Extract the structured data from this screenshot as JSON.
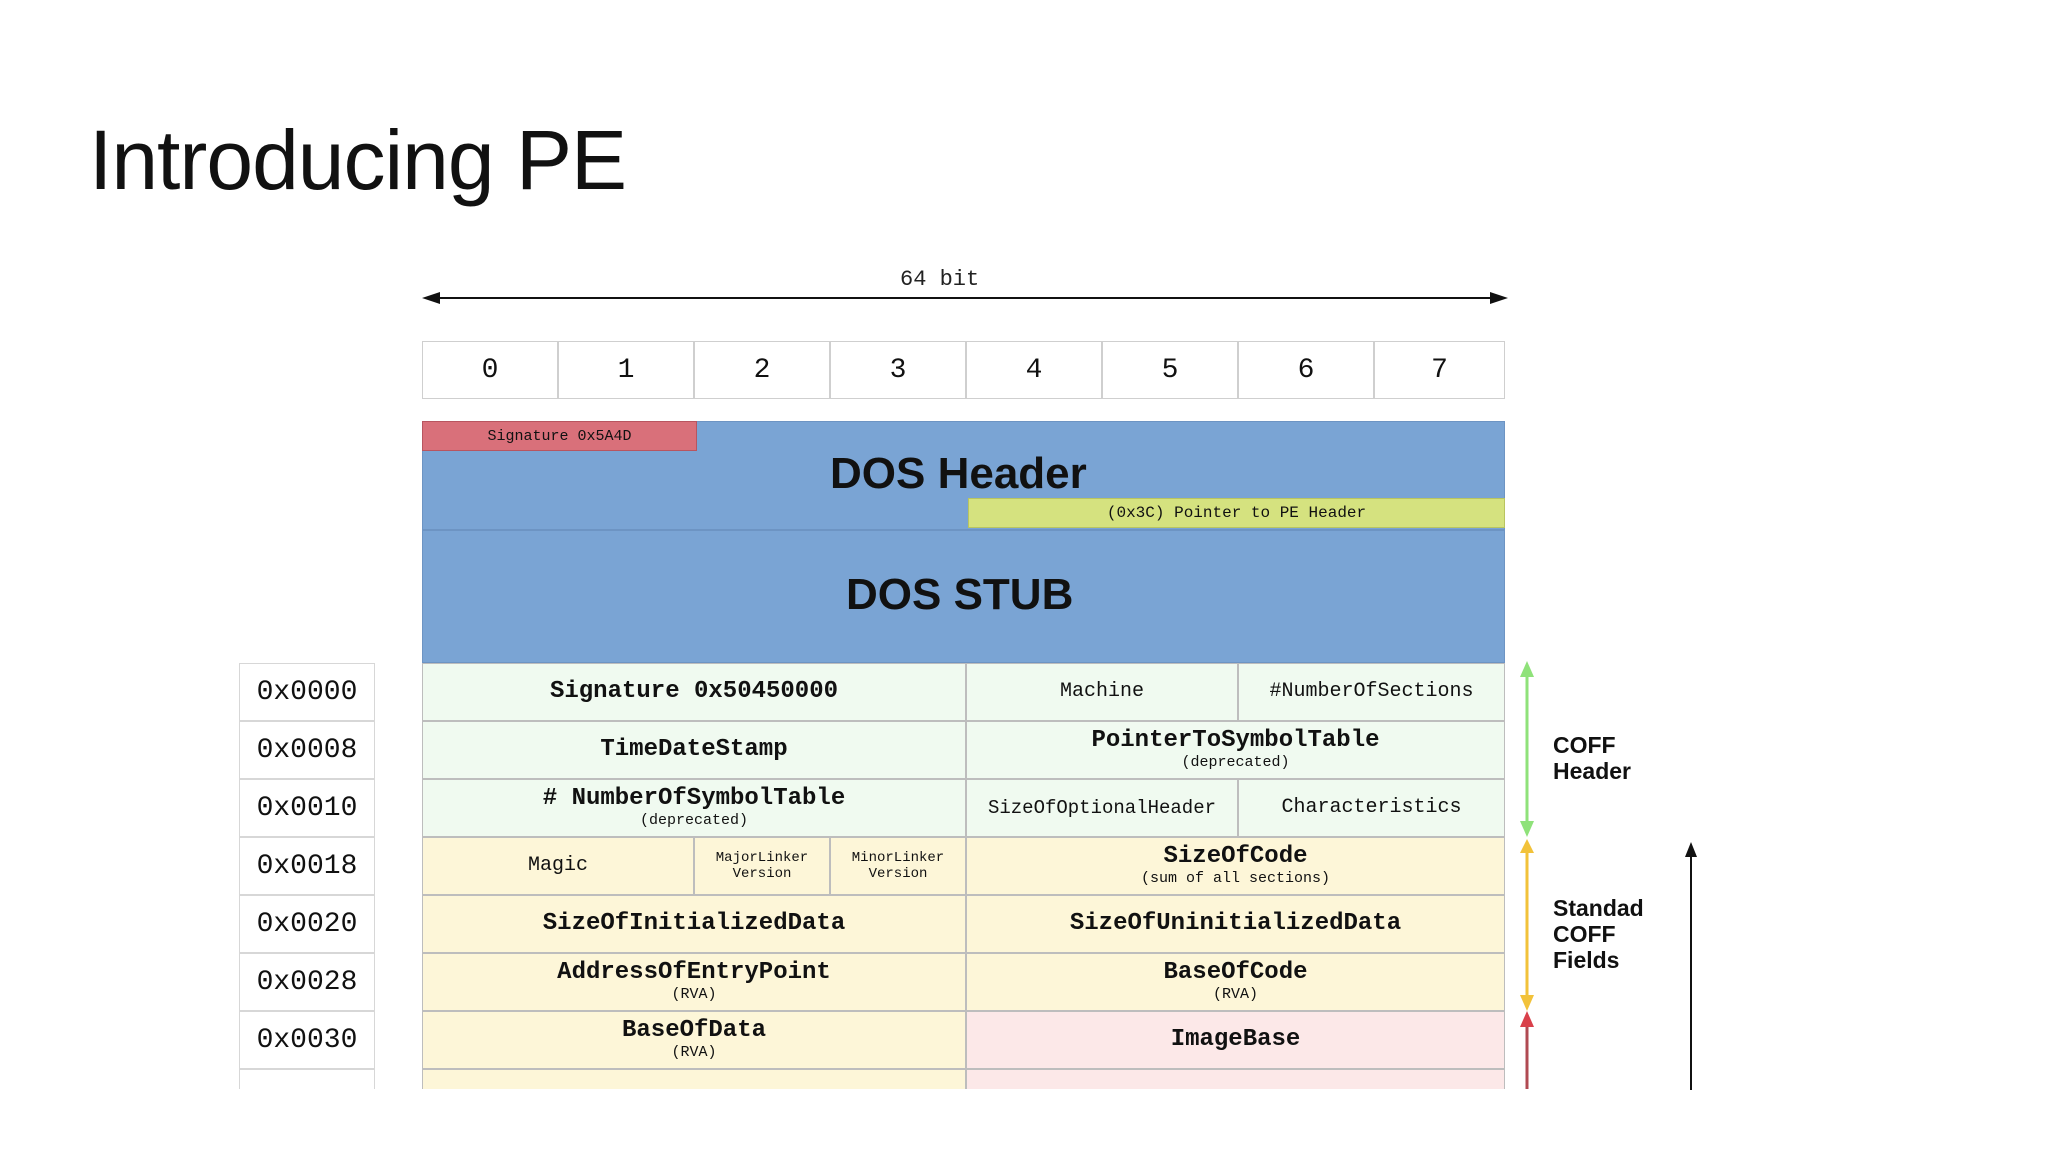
{
  "slide": {
    "title": "Introducing PE"
  },
  "diagram": {
    "width_label": "64 bit",
    "byte_columns": [
      "0",
      "1",
      "2",
      "3",
      "4",
      "5",
      "6",
      "7"
    ],
    "dos_header": {
      "title": "DOS Header",
      "signature": "Signature 0x5A4D",
      "pe_pointer": "(0x3C) Pointer to PE Header"
    },
    "dos_stub": {
      "title": "DOS STUB"
    },
    "offsets": [
      "0x0000",
      "0x0008",
      "0x0010",
      "0x0018",
      "0x0020",
      "0x0028",
      "0x0030"
    ],
    "rows": {
      "r0": {
        "signature": "Signature 0x50450000",
        "machine": "Machine",
        "num_sections": "#NumberOfSections"
      },
      "r1": {
        "timestamp": "TimeDateStamp",
        "symtab": "PointerToSymbolTable",
        "symtab_note": "(deprecated)"
      },
      "r2": {
        "numsym": "# NumberOfSymbolTable",
        "numsym_note": "(deprecated)",
        "opt_size": "SizeOfOptionalHeader",
        "characteristics": "Characteristics"
      },
      "r3": {
        "magic": "Magic",
        "major": "MajorLinker Version",
        "minor": "MinorLinker Version",
        "code_size": "SizeOfCode",
        "code_size_note": "(sum of all sections)"
      },
      "r4": {
        "init": "SizeOfInitializedData",
        "uninit": "SizeOfUninitializedData"
      },
      "r5": {
        "entry": "AddressOfEntryPoint",
        "entry_note": "(RVA)",
        "base_code": "BaseOfCode",
        "base_code_note": "(RVA)"
      },
      "r6": {
        "base_data": "BaseOfData",
        "base_data_note": "(RVA)",
        "image_base": "ImageBase"
      }
    },
    "side_labels": {
      "coff_1": "COFF",
      "coff_2": "Header",
      "std_1": "Standad",
      "std_2": "COFF",
      "std_3": "Fields"
    },
    "colors": {
      "dos_blue": "#7aa4d4",
      "signature_red": "#d9707a",
      "pointer_green": "#d5e27f",
      "coff_green": "#f0faf0",
      "standard_yellow": "#fdf6d8",
      "windows_pink": "#fce8e8",
      "arrow_green": "#8fe27a",
      "arrow_orange": "#f2c23a",
      "arrow_red": "#d9404a"
    }
  }
}
